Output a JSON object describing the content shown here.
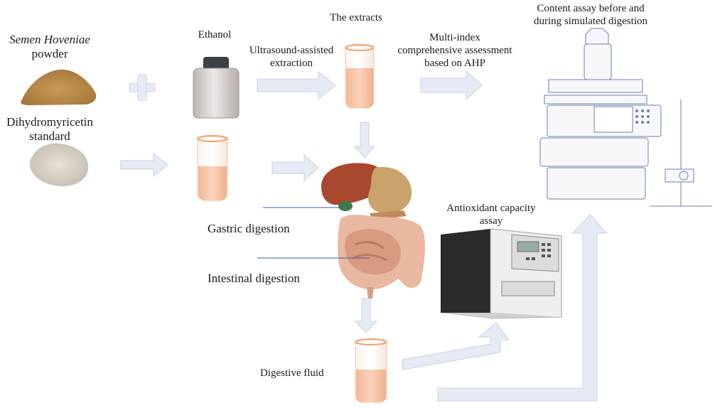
{
  "labels": {
    "raw_material_italic": "Semen Hoveniae",
    "raw_material_suffix": "powder",
    "standard_line1": "Dihydromyricetin",
    "standard_line2": "standard",
    "ethanol": "Ethanol",
    "extraction_line1": "Ultrasound-assisted",
    "extraction_line2": "extraction",
    "extracts": "The extracts",
    "assessment_line1": "Multi-index",
    "assessment_line2": "comprehensive assessment",
    "assessment_line3": "based on AHP",
    "content_line1": "Content  assay before and",
    "content_line2": "during simulated digestion",
    "gastric": "Gastric  digestion",
    "intestinal": "Intestinal  digestion",
    "antioxidant_line1": "Antioxidant capacity",
    "antioxidant_line2": "assay",
    "digestive_fluid": "Digestive fluid"
  },
  "colors": {
    "arrow_fill": "#e6eaf4",
    "arrow_stroke": "#c9d1e6",
    "liquid": "#f6c7a8",
    "tube_rim": "#f0a070",
    "powder_brown": "#b88a4a",
    "powder_white": "#d8d2c6",
    "liver": "#a8492f",
    "stomach": "#c9a36a",
    "intestine": "#e9b8a0",
    "leader_line": "#3a5aa8"
  }
}
